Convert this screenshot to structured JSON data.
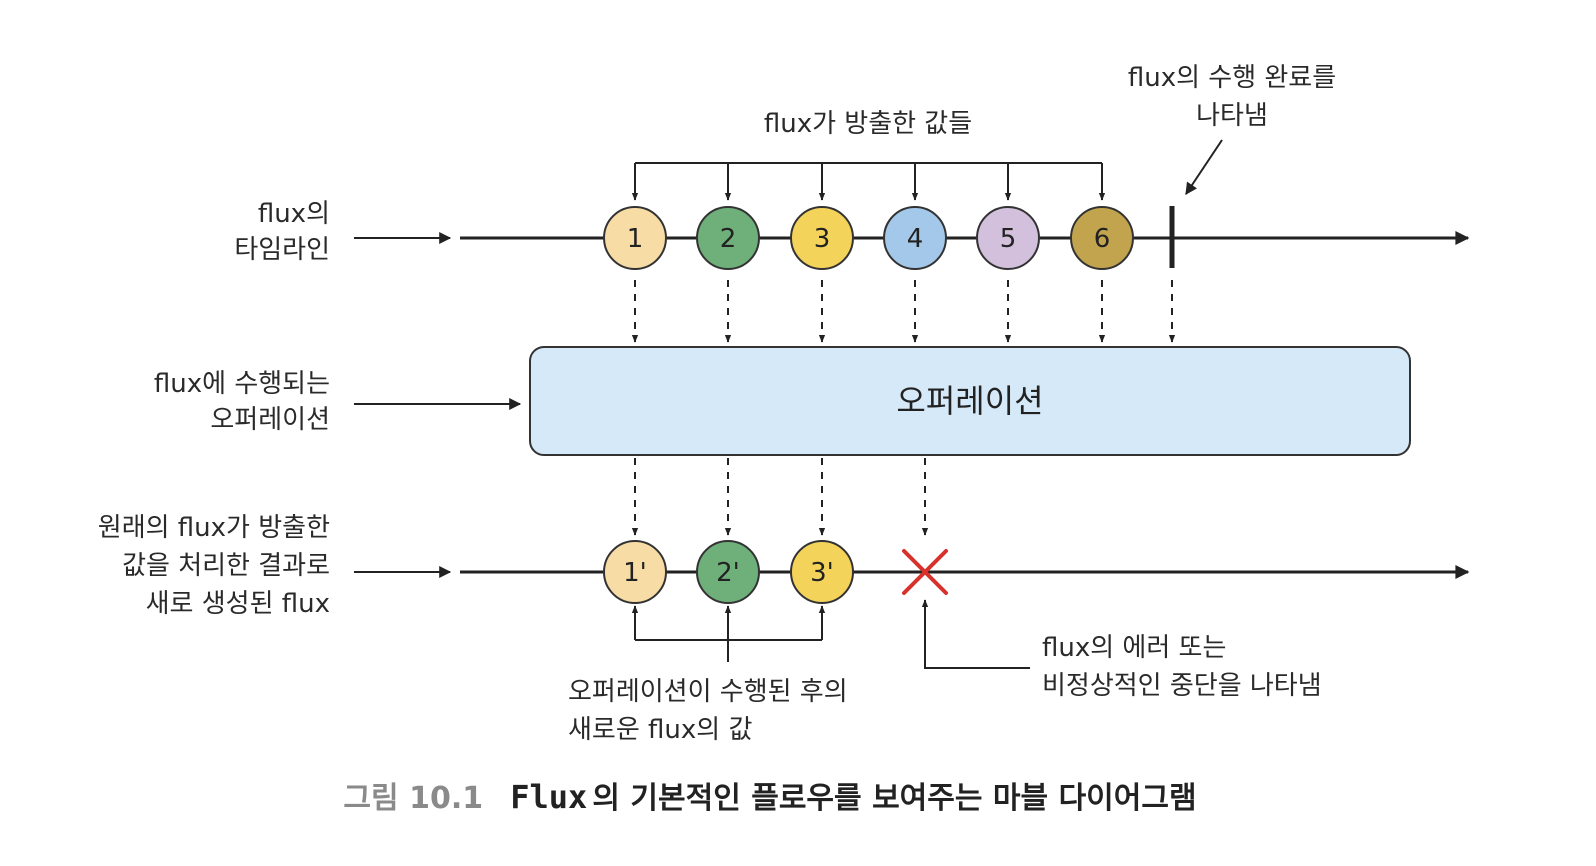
{
  "labels": {
    "emitted_values": "flux가 방출한 값들",
    "completion": [
      "flux의 수행 완료를",
      "나타냄"
    ],
    "timeline": [
      "flux의",
      "타임라인"
    ],
    "operation_left": [
      "flux에 수행되는",
      "오퍼레이션"
    ],
    "new_flux": [
      "원래의 flux가 방출한",
      "값을 처리한 결과로",
      "새로 생성된 flux"
    ],
    "after_op": [
      "오퍼레이션이 수행된 후의",
      "새로운 flux의 값"
    ],
    "error": [
      "flux의 에러 또는",
      "비정상적인 중단을 나타냄"
    ]
  },
  "operation_box": {
    "label": "오퍼레이션",
    "fill": "#d6e9f8"
  },
  "top_nodes": [
    {
      "label": "1",
      "color": "#f8dca6"
    },
    {
      "label": "2",
      "color": "#6fb07a"
    },
    {
      "label": "3",
      "color": "#f4d35a"
    },
    {
      "label": "4",
      "color": "#a4c8ea"
    },
    {
      "label": "5",
      "color": "#d2c0dc"
    },
    {
      "label": "6",
      "color": "#c2a44e"
    }
  ],
  "bottom_nodes": [
    {
      "label": "1'",
      "color": "#f8dca6"
    },
    {
      "label": "2'",
      "color": "#6fb07a"
    },
    {
      "label": "3'",
      "color": "#f4d35a"
    }
  ],
  "error_mark": {
    "icon": "error-x-icon",
    "color": "#d8302a"
  },
  "caption": {
    "number": "그림 10.1",
    "mono": "Flux",
    "text": "의 기본적인 플로우를 보여주는 마블 다이어그램"
  }
}
